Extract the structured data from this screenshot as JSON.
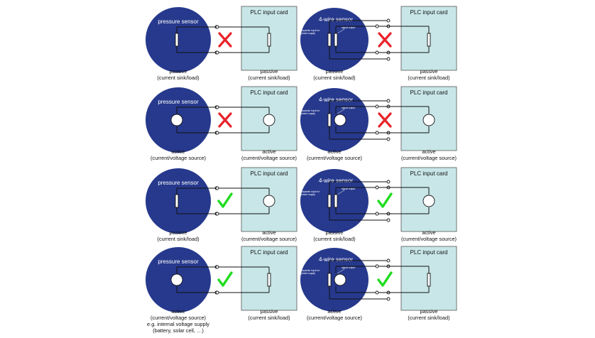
{
  "colors": {
    "sensor_fill": "#26398d",
    "card_fill": "#c8e6e8",
    "card_stroke": "#555555",
    "wire": "#111111",
    "cross": "#e8232b",
    "check": "#22dd22"
  },
  "labels": {
    "pressure_sensor": "pressure sensor",
    "four_wire_sensor": "4-wire sensor",
    "plc_card": "PLC input card",
    "separate_input": [
      "separate input for",
      "power supply"
    ],
    "signal_output": "signal output"
  },
  "panels": [
    {
      "sensor": "pressure",
      "sensor_element": "resistor",
      "card_element": "resistor",
      "status": "cross",
      "sensor_caption": [
        "passive",
        "(current sink/load)"
      ],
      "card_caption": [
        "passive",
        "(current sink/load)"
      ]
    },
    {
      "sensor": "four_wire",
      "sensor_element": "resistor",
      "card_element": "resistor",
      "status": "cross",
      "sensor_caption": [
        "passive",
        "(current sink/load)"
      ],
      "card_caption": [
        "passive",
        "(current sink/load)"
      ]
    },
    {
      "sensor": "pressure",
      "sensor_element": "source",
      "card_element": "source",
      "status": "cross",
      "sensor_caption": [
        "active",
        "(current/voltage source)"
      ],
      "card_caption": [
        "active",
        "(current/voltage source)"
      ]
    },
    {
      "sensor": "four_wire",
      "sensor_element": "source",
      "card_element": "source",
      "status": "cross",
      "sensor_caption": [
        "active",
        "(current/voltage source)"
      ],
      "card_caption": [
        "active",
        "(current/voltage source)"
      ]
    },
    {
      "sensor": "pressure",
      "sensor_element": "resistor",
      "card_element": "source",
      "status": "check",
      "sensor_caption": [
        "passive",
        "(current sink/load)"
      ],
      "card_caption": [
        "active",
        "(current/voltage source)"
      ]
    },
    {
      "sensor": "four_wire",
      "sensor_element": "resistor",
      "card_element": "source",
      "status": "check",
      "sensor_caption": [
        "passive",
        "(current sink/load)"
      ],
      "card_caption": [
        "active",
        "(current/voltage source)"
      ]
    },
    {
      "sensor": "pressure",
      "sensor_element": "source",
      "card_element": "resistor",
      "status": "check",
      "sensor_caption": [
        "active",
        "(current/voltage source)",
        "e.g. internal voltage supply",
        "(battery, solar cell, …)"
      ],
      "card_caption": [
        "passive",
        "(current sink/load)"
      ]
    },
    {
      "sensor": "four_wire",
      "sensor_element": "source",
      "card_element": "resistor",
      "status": "check",
      "sensor_caption": [
        "active",
        "(current/voltage source)"
      ],
      "card_caption": [
        "passive",
        "(current sink/load)"
      ]
    }
  ]
}
